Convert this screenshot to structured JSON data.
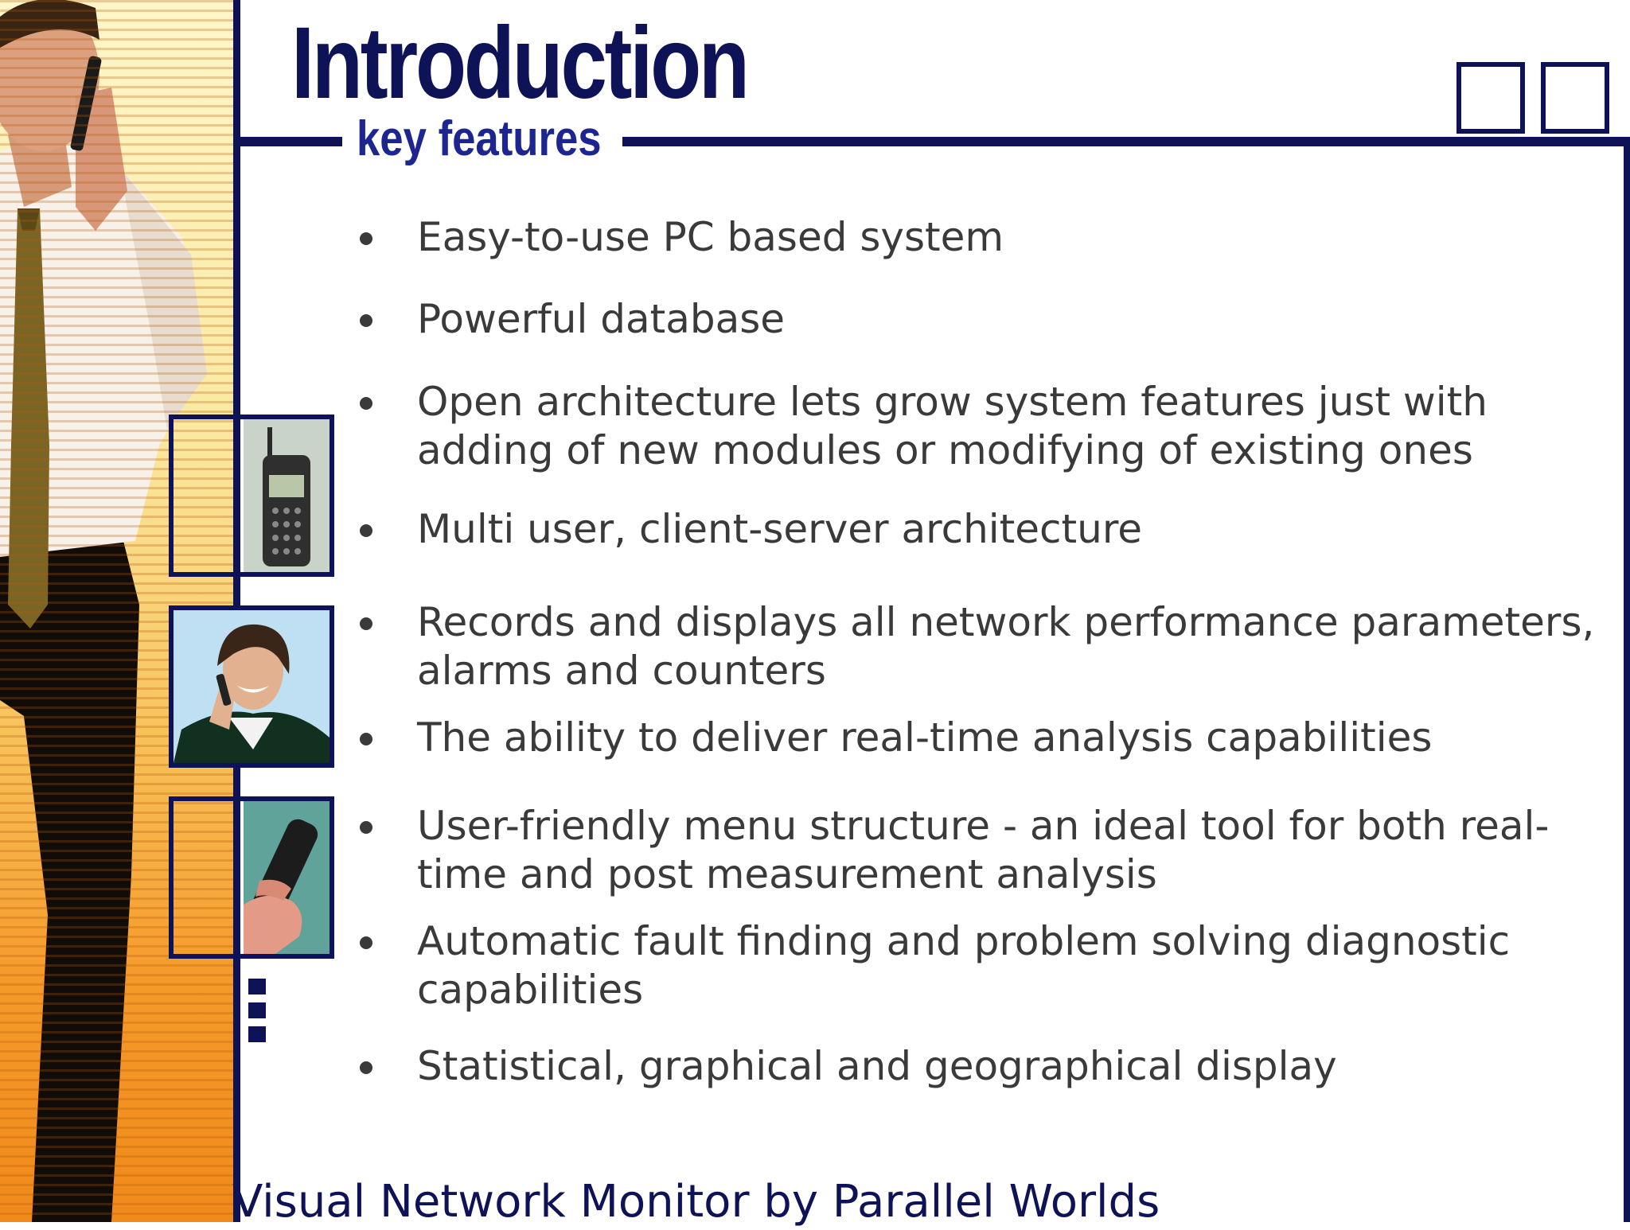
{
  "slide": {
    "title": "Introduction",
    "subtitle": "key features",
    "footer": "Visual Network Monitor by Parallel Worlds"
  },
  "bullets": [
    "Easy-to-use PC based system",
    "Powerful database",
    "Open architecture lets grow system features just with adding of new modules or modifying of existing ones",
    "Multi user, client-server architecture",
    "Records and displays all network performance parameters, alarms and counters",
    "The ability to deliver real-time analysis capabilities",
    "User-friendly menu structure - an ideal tool for both real-time and post measurement analysis",
    "Automatic fault finding and problem solving diagnostic capabilities",
    "Statistical, graphical and geographical display"
  ],
  "colors": {
    "navy": "#0e1256",
    "subtitle_blue": "#1c2590",
    "body_text": "#3a3a3a",
    "panel_orange": "#f59a2a"
  }
}
